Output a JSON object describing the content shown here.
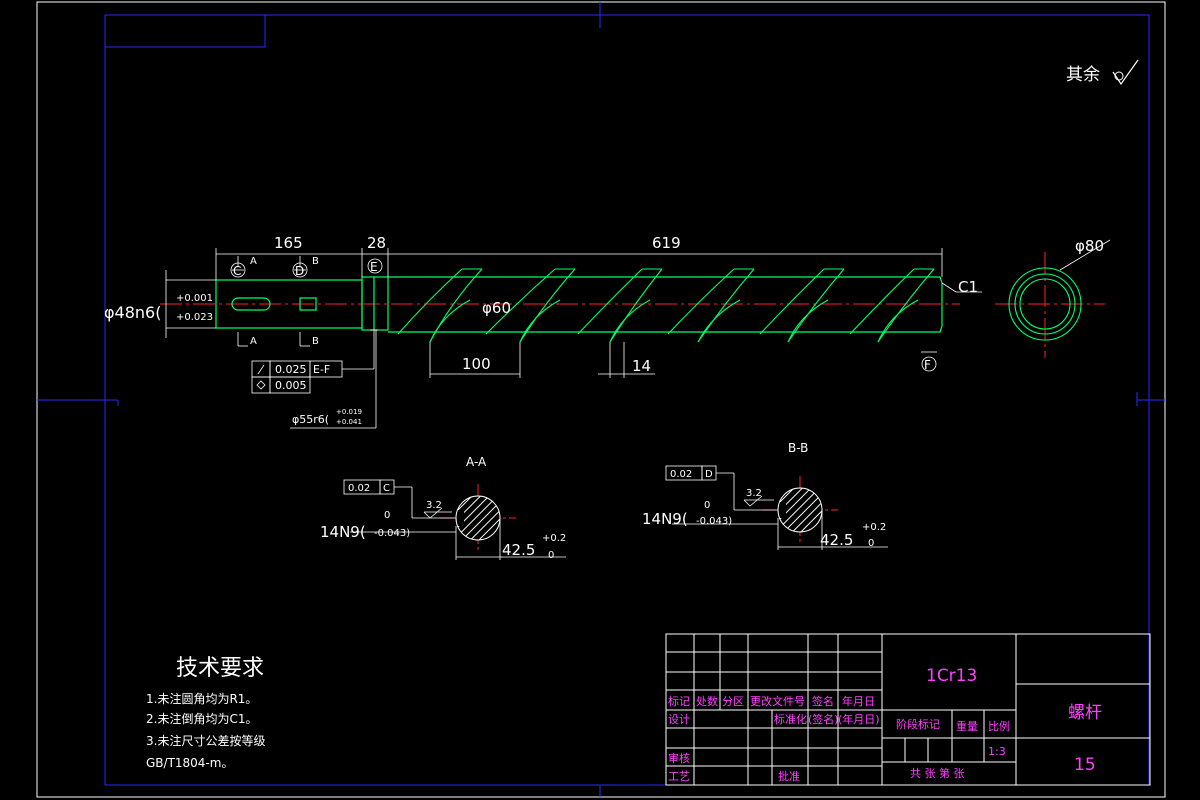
{
  "surface_note": "其余",
  "main_view": {
    "dim_left": "165",
    "dim_middle": "28",
    "dim_total": "619",
    "dim_flight_diameter": "φ80",
    "dim_root_diameter": "φ60",
    "dim_pitch": "100",
    "dim_flight_width": "14",
    "chamfer": "C1",
    "shaft_fit_left": "φ48n6(",
    "tol_upper_left": "+0.001",
    "tol_lower_left": "+0.023",
    "shaft_fit_mid": "φ55r6(",
    "tol_upper_mid": "+0.019",
    "tol_lower_mid": "+0.041",
    "datum_c": "C",
    "datum_d": "D",
    "datum_e": "E",
    "datum_f": "F",
    "section_a": "A",
    "section_b": "B",
    "fcf": [
      {
        "value": "0.025",
        "datum": "E-F"
      },
      {
        "value": "0.005",
        "datum": ""
      }
    ]
  },
  "section_aa": {
    "title": "A-A",
    "fcf_value": "0.02",
    "fcf_datum": "C",
    "roughness": "3.2",
    "keyway": "14N9(",
    "keyway_tol_upper": "0",
    "keyway_tol_lower": "-0.043)",
    "depth": "42.5",
    "depth_tol_upper": "+0.2",
    "depth_tol_lower": "0"
  },
  "section_bb": {
    "title": "B-B",
    "fcf_value": "0.02",
    "fcf_datum": "D",
    "roughness": "3.2",
    "keyway": "14N9(",
    "keyway_tol_upper": "0",
    "keyway_tol_lower": "-0.043)",
    "depth": "42.5",
    "depth_tol_upper": "+0.2",
    "depth_tol_lower": "0"
  },
  "tech_requirements": {
    "title": "技术要求",
    "items": [
      "1.未注圆角均为R1。",
      "2.未注倒角均为C1。",
      "3.未注尺寸公差按等级",
      "GB/T1804-m。"
    ]
  },
  "title_block": {
    "material": "1Cr13",
    "part_name": "螺杆",
    "drawing_number": "15",
    "headers": [
      "标记",
      "处数",
      "分区",
      "更改文件号",
      "签名",
      "年月日"
    ],
    "row_design": [
      "设计",
      "标准化",
      "(签名)",
      "(年月日)"
    ],
    "stage_mark": "阶段标记",
    "weight": "重量",
    "scale": "比例",
    "scale_value": "1:3",
    "review": "审核",
    "process": "工艺",
    "approve": "批准",
    "sheets": "共  张  第  张"
  }
}
